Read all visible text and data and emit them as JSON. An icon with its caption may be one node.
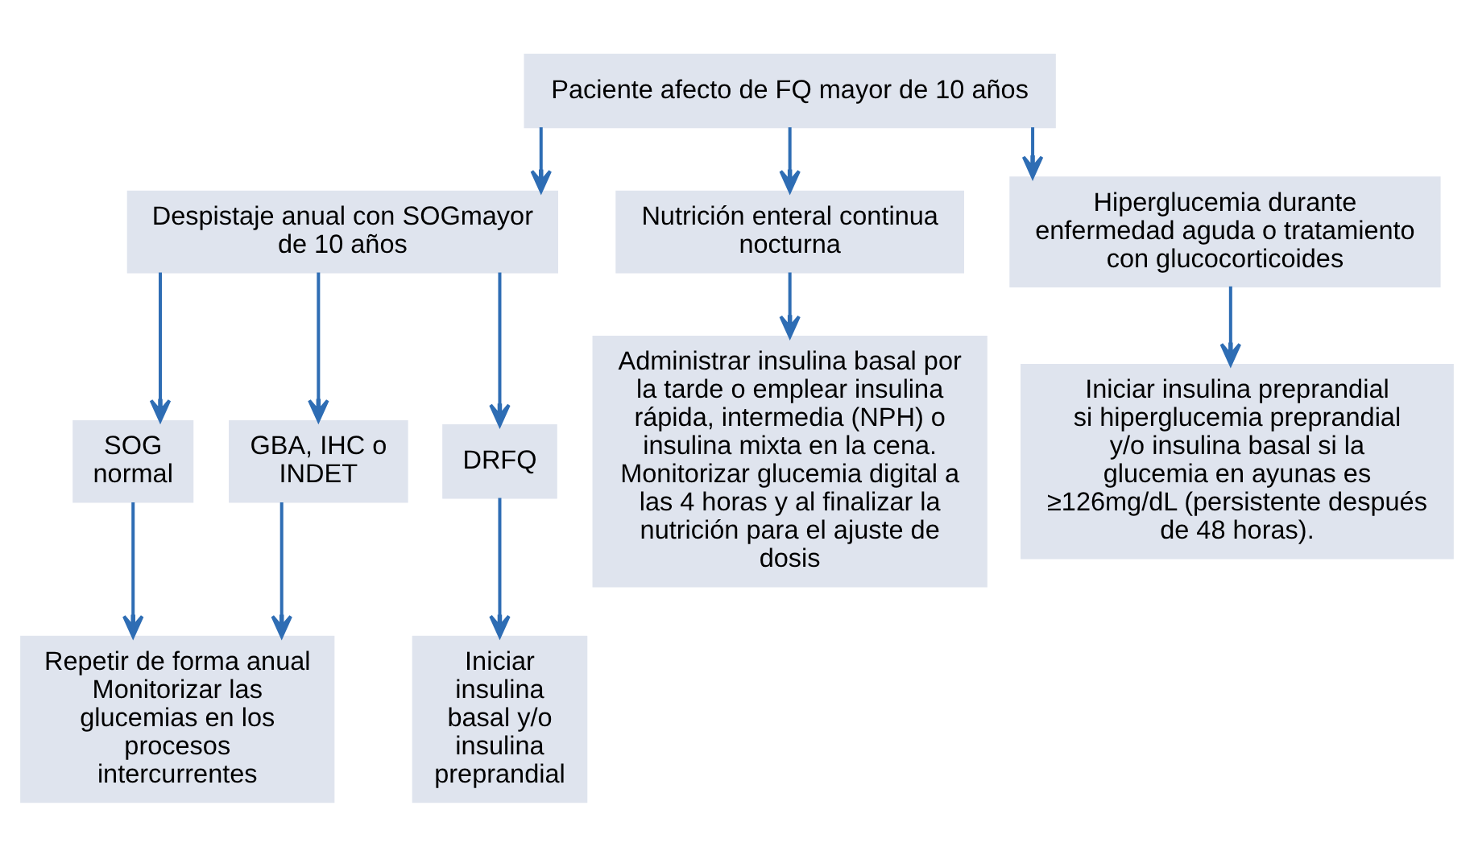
{
  "diagram": {
    "nodes": [
      {
        "text": [
          "Paciente afecto de FQ mayor de 10 años"
        ]
      },
      {
        "text": [
          "Despistaje anual con SOGmayor de 10 años"
        ]
      },
      {
        "text": [
          "Nutrición enteral continua nocturna"
        ]
      },
      {
        "text": [
          "Hiperglucemia durante enfermedad aguda o tratamiento con glucocorticoides"
        ]
      },
      {
        "text": [
          "SOG normal"
        ]
      },
      {
        "text": [
          "GBA, IHC o INDET"
        ]
      },
      {
        "text": [
          "DRFQ"
        ]
      },
      {
        "text": [
          "Repetir de forma anual",
          "Monitorizar las glucemias en los procesos intercurrentes"
        ]
      },
      {
        "text": [
          "Iniciar insulina basal y/o insulina preprandial"
        ]
      },
      {
        "text": [
          "Administrar insulina basal por la tarde o emplear insulina rápida, intermedia (NPH) o insulina mixta en la cena.",
          "Monitorizar glucemia digital a las 4 horas y al finalizar la nutrición para el ajuste de dosis"
        ]
      },
      {
        "text": [
          "Iniciar insulina preprandial si hiperglucemia preprandial y/o insulina basal si la glucemia en ayunas es ≥126mg/dL (persistente después de 48 horas)."
        ]
      }
    ],
    "edges": [
      {
        "from": 0,
        "to": 1,
        "arrow": "to"
      },
      {
        "from": 0,
        "to": 2,
        "arrow": "to"
      },
      {
        "from": 0,
        "to": 3,
        "arrow": "to"
      },
      {
        "from": 1,
        "to": 4,
        "arrow": "to"
      },
      {
        "from": 1,
        "to": 5,
        "arrow": "to"
      },
      {
        "from": 1,
        "to": 6,
        "arrow": "to"
      },
      {
        "from": 2,
        "to": 9,
        "arrow": "to"
      },
      {
        "from": 3,
        "to": 10,
        "arrow": "to"
      },
      {
        "from": 4,
        "to": 7,
        "arrow": "to"
      },
      {
        "from": 5,
        "to": 7,
        "arrow": "to"
      },
      {
        "from": 6,
        "to": 8,
        "arrow": "to"
      }
    ]
  }
}
